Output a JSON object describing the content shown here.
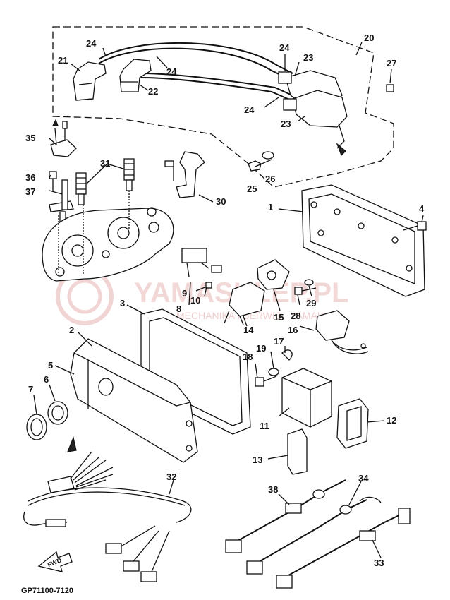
{
  "callouts": {
    "c1": "1",
    "c2": "2",
    "c3": "3",
    "c4": "4",
    "c5": "5",
    "c6": "6",
    "c7": "7",
    "c8": "8",
    "c9": "9",
    "c10": "10",
    "c11": "11",
    "c12": "12",
    "c13": "13",
    "c14": "14",
    "c15": "15",
    "c16": "16",
    "c17": "17",
    "c18": "18",
    "c19": "19",
    "c20": "20",
    "c21": "21",
    "c22": "22",
    "c23": "23",
    "c24": "24",
    "c25": "25",
    "c26": "26",
    "c27": "27",
    "c28": "28",
    "c29": "29",
    "c30": "30",
    "c31": "31",
    "c32": "32",
    "c33": "33",
    "c34": "34",
    "c35": "35",
    "c36": "36",
    "c37": "37",
    "c38": "38"
  },
  "fwd_label": "FWD",
  "diagram_code": "GP71100-7120",
  "watermark": {
    "brand": "YAMASKLEP.PL",
    "tagline": "MECHANIKA I SERWIS · YAMAHA"
  }
}
